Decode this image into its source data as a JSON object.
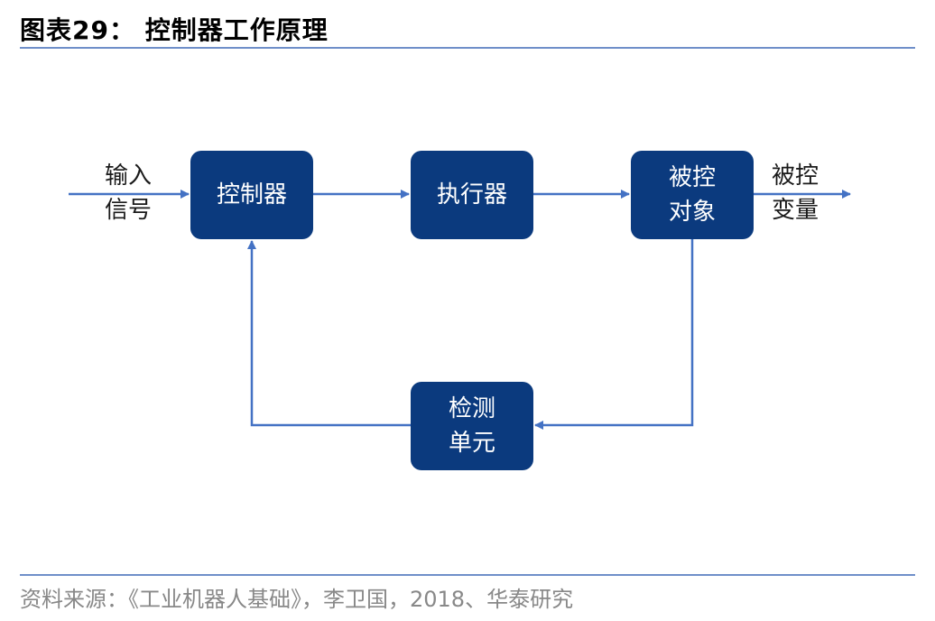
{
  "header": {
    "title": "图表29：  控制器工作原理"
  },
  "diagram": {
    "blocks": {
      "controller": {
        "lines": [
          "控制器"
        ]
      },
      "actuator": {
        "lines": [
          "执行器"
        ]
      },
      "plant": {
        "lines": [
          "被控",
          "对象"
        ]
      },
      "sensor": {
        "lines": [
          "检测",
          "单元"
        ]
      }
    },
    "labels": {
      "input": [
        "输入",
        "信号"
      ],
      "output": [
        "被控",
        "变量"
      ]
    },
    "colors": {
      "block_fill": "#0b3a7e",
      "arrow": "#4472c4",
      "rule": "#6f8fc9"
    }
  },
  "footer": {
    "source": "资料来源：《工业机器人基础》，李卫国，2018、华泰研究"
  }
}
